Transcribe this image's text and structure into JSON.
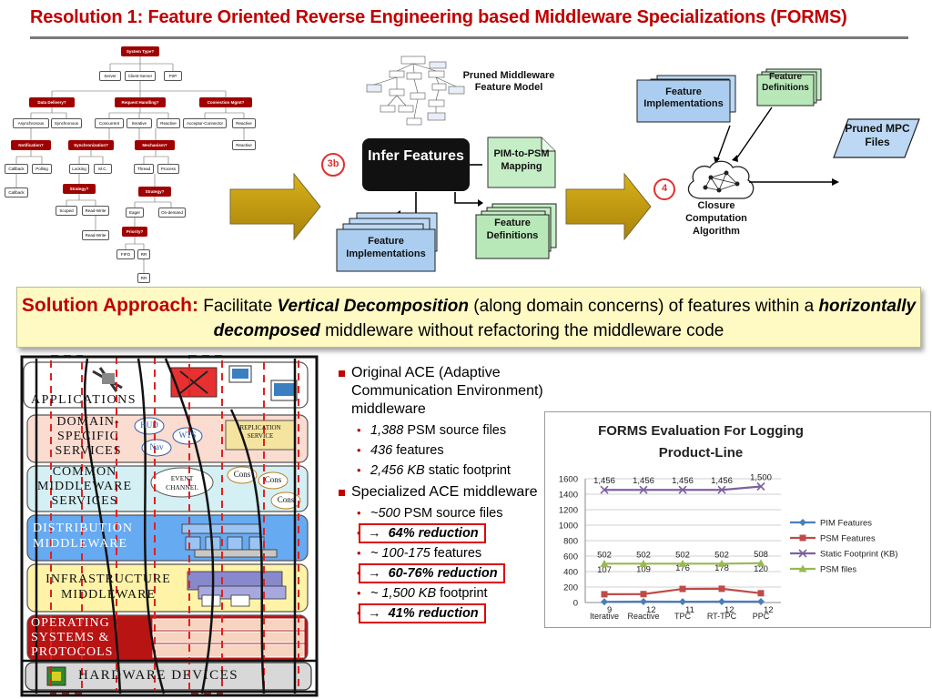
{
  "slide": {
    "title_prefix": "Resolution 1:",
    "title_main": "Feature Oriented Reverse Engineering based Middleware Specializations (FORMS)"
  },
  "feature_tree": {
    "nodes": [
      "System Type?",
      "Server",
      "Client-Server",
      "P2P",
      "Data Delivery?",
      "Request Handling?",
      "Connection Mgmt?",
      "Asynchronous",
      "Synchronous",
      "Concurrent",
      "Iterative",
      "Reactive",
      "Acceptor-Connector",
      "Reactive",
      "Notification?",
      "Synchronization?",
      "Mechanism?",
      "Reactive",
      "Callback",
      "Polling",
      "Locking",
      "M.C.",
      "Thread",
      "Process",
      "Callback",
      "Strategy?",
      "Strategy?",
      "Scoped",
      "Read-Write",
      "Eager",
      "On-demand",
      "Read-Write",
      "Priority?",
      "FIFO",
      "RR",
      "RR"
    ]
  },
  "diagram": {
    "step_3b": "3b",
    "step_4": "4",
    "pruned_model_label": "Pruned Middleware Feature Model",
    "infer_label": "Infer Features",
    "pim_psm_label": "PIM-to-PSM Mapping",
    "feature_impl_label": "Feature Implementations",
    "feature_def_label": "Feature Definitions",
    "feature_impl_label_2": "Feature Implementations",
    "feature_def_label_2": "Feature Definitions",
    "closure_label": "Closure Computation Algorithm",
    "pruned_mpc_label": "Pruned MPC Files"
  },
  "solution": {
    "lead": "Solution Approach:",
    "t1": " Facilitate ",
    "e1": "Vertical Decomposition",
    "t2": " (along domain concerns) of features within a ",
    "e2": "horizontally decomposed",
    "t3": "  middleware without refactoring the middleware code"
  },
  "layers": {
    "applications": "APPLICATIONS",
    "domain": "DOMAIN-SPECIFIC SERVICES",
    "common": "COMMON MIDDLEWARE SERVICES",
    "distribution": "DISTRIBUTION MIDDLEWARE",
    "infrastructure": "INFRASTRUCTURE MIDDLEWARE",
    "os": "OPERATING SYSTEMS & PROTOCOLS",
    "hardware": "HARDWARE DEVICES",
    "hud": "HUD",
    "wts": "WTS",
    "nav": "Nav",
    "replication": "REPLICATION SERVICE",
    "event": "EVENT CHANNEL",
    "cons1": "Cons",
    "cons2": "Cons",
    "cons3": "Cons"
  },
  "bullets": {
    "orig_title": "Original ACE (Adaptive Communication Environment) middleware",
    "orig_1_val": "1,388",
    "orig_1_txt": "  PSM source files",
    "orig_2_val": "436",
    "orig_2_txt": "  features",
    "orig_3_val": "2,456 KB",
    "orig_3_txt": " static footprint",
    "spec_title": "Specialized ACE middleware",
    "spec_1_val": "~500",
    "spec_1_txt": " PSM source files",
    "spec_1_red": "64% reduction",
    "spec_2_val": "~ 100-175",
    "spec_2_txt": " features",
    "spec_2_red": "60-76% reduction",
    "spec_3_val": "~ 1,500 KB",
    "spec_3_txt": " footprint",
    "spec_3_red": "41% reduction",
    "arrow": "→"
  },
  "chart_data": {
    "type": "line",
    "title": "FORMS Evaluation For Logging Product-Line",
    "categories": [
      "Iterative",
      "Reactive",
      "TPC",
      "RT-TPC",
      "PPC"
    ],
    "ylim": [
      0,
      1600
    ],
    "yticks": [
      0,
      200,
      400,
      600,
      800,
      1000,
      1200,
      1400,
      1600
    ],
    "grid": true,
    "legend_position": "right",
    "series": [
      {
        "name": "PIM Features",
        "values": [
          9,
          12,
          11,
          12,
          12
        ],
        "labels": [
          "9",
          "12",
          "11",
          "12",
          "12"
        ],
        "color": "#4a7ebb",
        "marker": "diamond"
      },
      {
        "name": "PSM Features",
        "values": [
          107,
          109,
          176,
          178,
          120
        ],
        "labels": [
          "107",
          "109",
          "176",
          "178",
          "120"
        ],
        "color": "#be4b48",
        "marker": "square"
      },
      {
        "name": "Static Footprint (KB)",
        "values": [
          1456,
          1456,
          1456,
          1456,
          1500
        ],
        "labels": [
          "1,456",
          "1,456",
          "1,456",
          "1,456",
          "1,500"
        ],
        "color": "#7d60a0",
        "marker": "x"
      },
      {
        "name": "PSM files",
        "values": [
          502,
          502,
          502,
          502,
          508
        ],
        "labels": [
          "502",
          "502",
          "502",
          "502",
          "508"
        ],
        "color": "#98b954",
        "marker": "triangle"
      }
    ]
  }
}
